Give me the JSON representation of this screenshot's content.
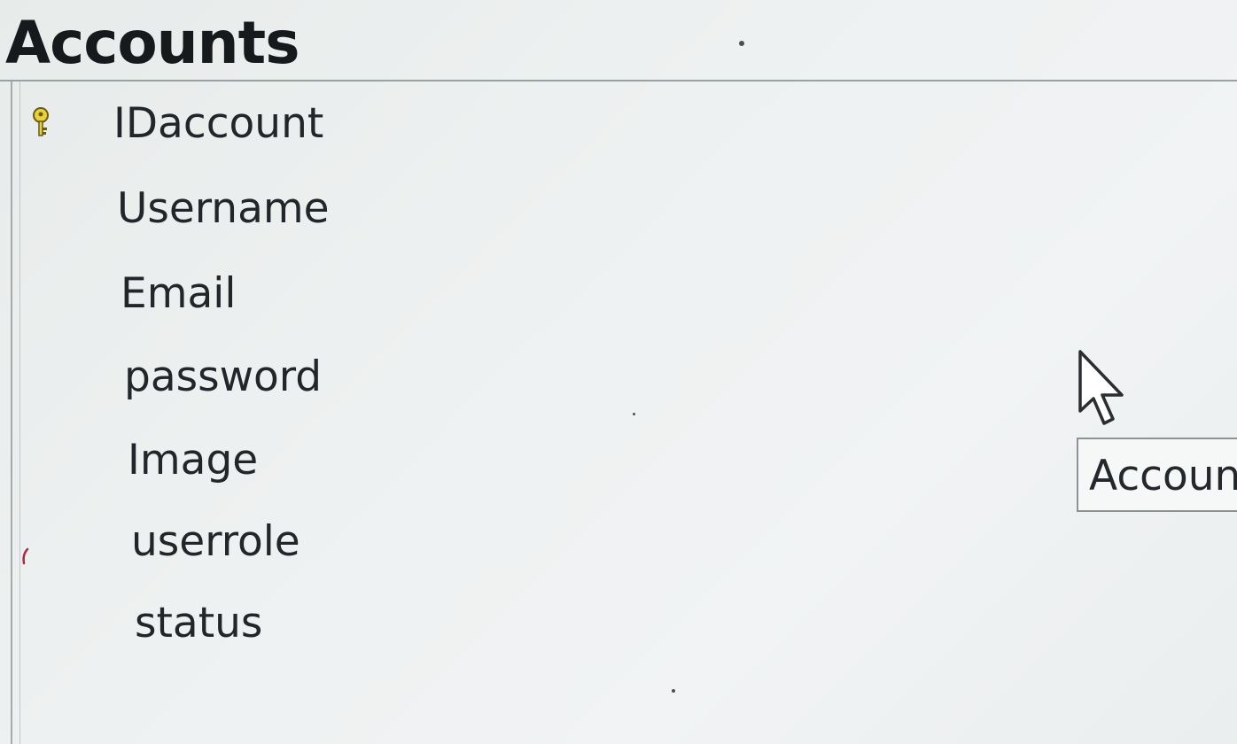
{
  "table": {
    "title": "Accounts"
  },
  "columns": [
    {
      "name": "IDaccount",
      "icon": "primary-key-icon"
    },
    {
      "name": "Username",
      "icon": ""
    },
    {
      "name": "Email",
      "icon": ""
    },
    {
      "name": "password",
      "icon": ""
    },
    {
      "name": "Image",
      "icon": ""
    },
    {
      "name": "userrole",
      "icon": "foreign-key-marker-icon"
    },
    {
      "name": "status",
      "icon": ""
    }
  ],
  "tooltip": {
    "text": "Accounts"
  },
  "colors": {
    "key": "#e8d23a",
    "key_outline": "#6b5a12",
    "foreign_key_marker": "#b0283a",
    "background": "#eef1f1",
    "title": "#161a1d"
  }
}
